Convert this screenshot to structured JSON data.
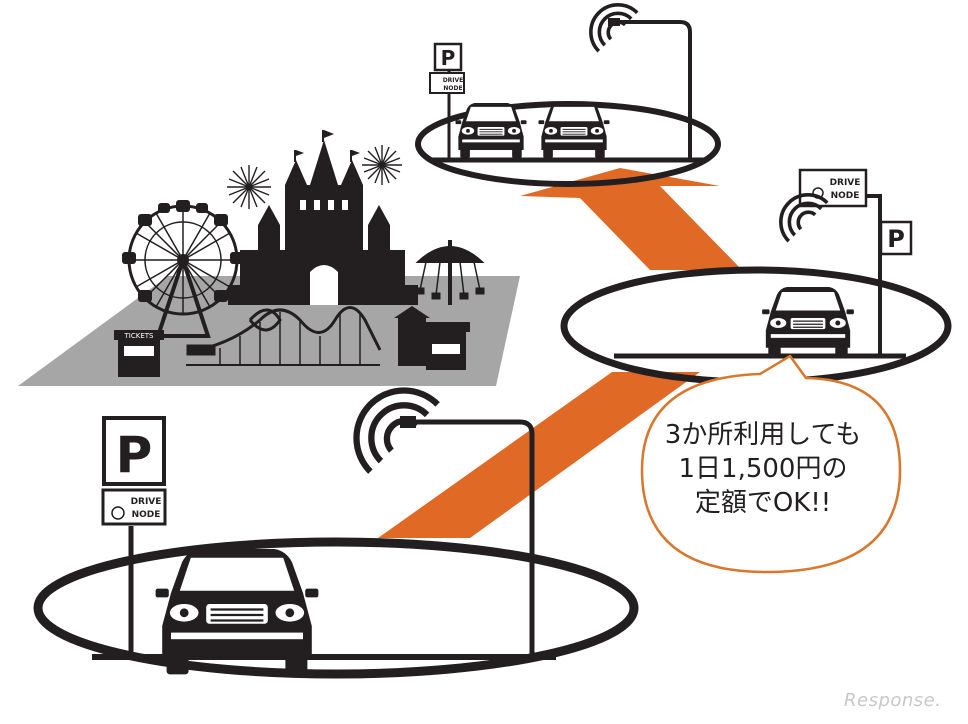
{
  "bubble": {
    "line1": "3か所利用しても",
    "line2": "1日1,500円の",
    "line3": "定額でOK!!"
  },
  "signs": {
    "parking": "P",
    "drive_node_line1": "DRIVE",
    "drive_node_line2": "NODE"
  },
  "ticket_booth": "TICKETS",
  "watermark": "Response.",
  "colors": {
    "arrow": "#e06a25",
    "bubble_border": "#d9782d",
    "ink": "#231f20",
    "ground": "#a6a6a6"
  }
}
